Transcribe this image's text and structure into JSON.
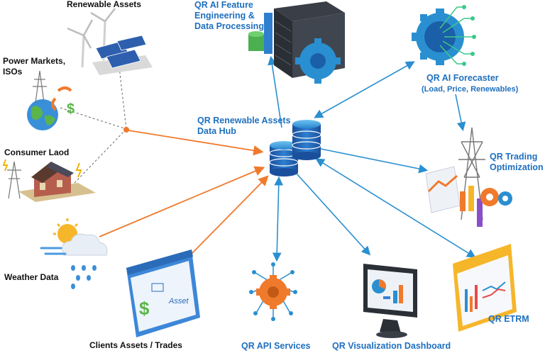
{
  "labels": {
    "renewable_assets": "Renewable Assets",
    "power_markets": "Power Markets,",
    "isos": "ISOs",
    "consumer_load": "Consumer Laod",
    "weather_data": "Weather Data",
    "clients_assets": "Clients Assets / Trades",
    "api_services": "QR API Services",
    "viz_dashboard": "QR Visualization Dashboard",
    "etrm": "QR ETRM",
    "trading_opt_1": "QR Trading",
    "trading_opt_2": "Optimization",
    "forecaster_1": "QR AI Forecaster",
    "forecaster_2": "(Load, Price, Renewables)",
    "feature_eng_1": "QR AI Feature",
    "feature_eng_2": "Engineering &",
    "feature_eng_3": "Data Processing",
    "data_hub_1": "QR Renewable Assets",
    "data_hub_2": "Data Hub"
  },
  "asset_card_text": "Asset",
  "colors": {
    "orange_arrow": "#f07a2c",
    "blue_arrow": "#2a8fd0",
    "label_blue": "#1f6fbf",
    "label_dark": "#111111",
    "dashed": "#666666"
  }
}
